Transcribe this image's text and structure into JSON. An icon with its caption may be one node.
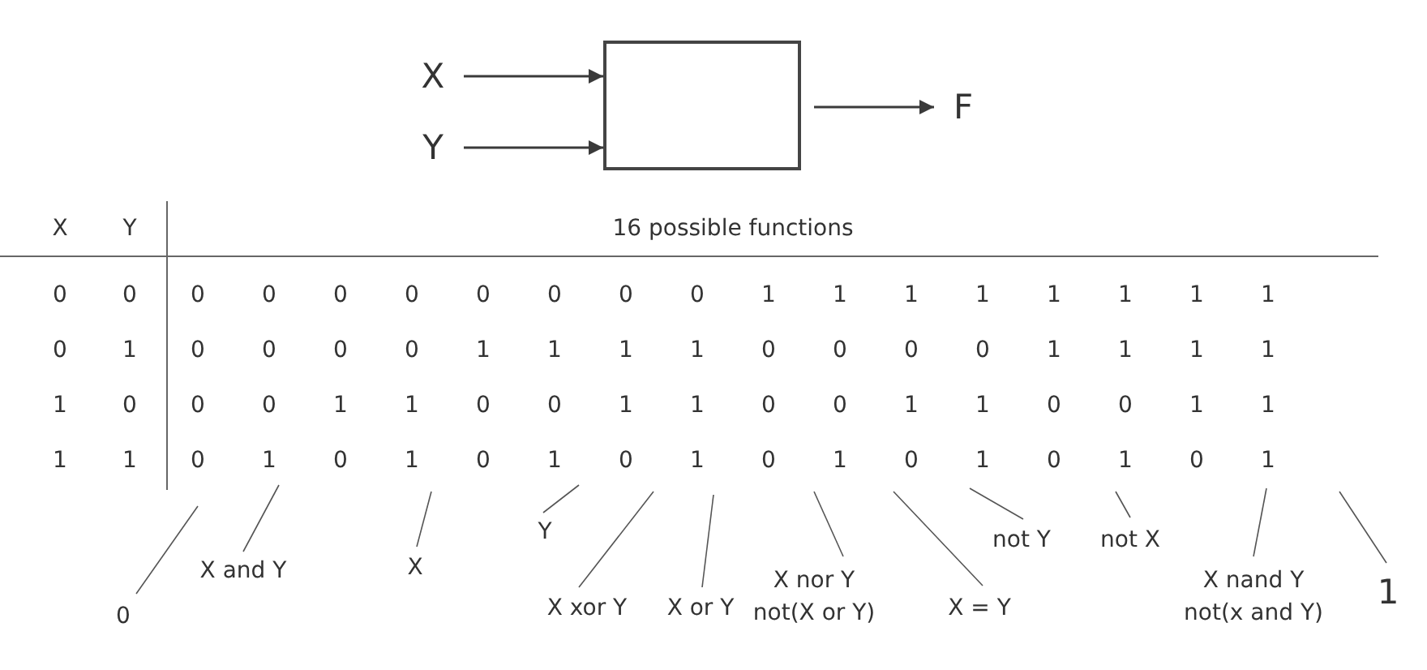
{
  "diagram": {
    "nodes": [
      {
        "text": [
          "X"
        ]
      },
      {
        "text": [
          "Y"
        ]
      },
      {
        "text": [],
        "shape": "box"
      },
      {
        "text": [
          "F"
        ]
      },
      {
        "text": [
          "0"
        ]
      },
      {
        "text": [
          "X and Y"
        ]
      },
      {
        "text": [
          "X"
        ]
      },
      {
        "text": [
          "Y"
        ]
      },
      {
        "text": [
          "X xor Y"
        ]
      },
      {
        "text": [
          "X or Y"
        ]
      },
      {
        "text": [
          "X nor Y",
          "not(X or Y)"
        ]
      },
      {
        "text": [
          "X = Y"
        ]
      },
      {
        "text": [
          "not Y"
        ]
      },
      {
        "text": [
          "not X"
        ]
      },
      {
        "text": [
          "X nand Y",
          "not(x and Y)"
        ]
      },
      {
        "text": [
          "1"
        ]
      }
    ],
    "edges": [
      {
        "from": 0,
        "to": 2,
        "arrow": "to"
      },
      {
        "from": 1,
        "to": 2,
        "arrow": "to"
      },
      {
        "from": 2,
        "to": 3,
        "arrow": "to"
      },
      {
        "from": 4,
        "to": null,
        "arrow": "none"
      },
      {
        "from": 5,
        "to": null,
        "arrow": "none"
      },
      {
        "from": 6,
        "to": null,
        "arrow": "none"
      },
      {
        "from": 7,
        "to": null,
        "arrow": "none"
      },
      {
        "from": 8,
        "to": null,
        "arrow": "none"
      },
      {
        "from": 9,
        "to": null,
        "arrow": "none"
      },
      {
        "from": 10,
        "to": null,
        "arrow": "none"
      },
      {
        "from": 11,
        "to": null,
        "arrow": "none"
      },
      {
        "from": 12,
        "to": null,
        "arrow": "none"
      },
      {
        "from": 13,
        "to": null,
        "arrow": "none"
      },
      {
        "from": 14,
        "to": null,
        "arrow": "none"
      },
      {
        "from": 15,
        "to": null,
        "arrow": "none"
      }
    ],
    "labels": [
      "X",
      "Y",
      "16 possible functions",
      "0",
      "0",
      "0",
      "0",
      "0",
      "0",
      "0",
      "0",
      "0",
      "0",
      "1",
      "1",
      "1",
      "1",
      "1",
      "1",
      "1",
      "1",
      "0",
      "1",
      "0",
      "0",
      "0",
      "0",
      "1",
      "1",
      "1",
      "1",
      "0",
      "0",
      "0",
      "0",
      "1",
      "1",
      "1",
      "1",
      "1",
      "0",
      "0",
      "0",
      "1",
      "1",
      "0",
      "0",
      "1",
      "1",
      "0",
      "0",
      "1",
      "1",
      "0",
      "0",
      "1",
      "1",
      "1",
      "1",
      "0",
      "1",
      "0",
      "1",
      "0",
      "1",
      "0",
      "1",
      "0",
      "1",
      "0",
      "1",
      "0",
      "1",
      "0",
      "1"
    ]
  }
}
